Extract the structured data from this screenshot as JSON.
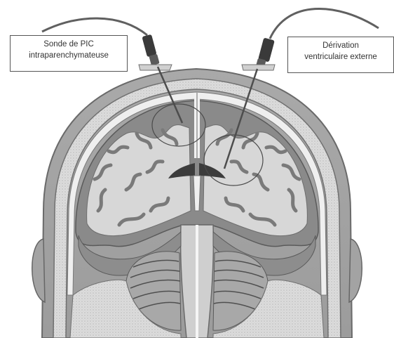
{
  "labels": {
    "left": {
      "line1": "Sonde de PIC",
      "line2": "intraparenchymateuse"
    },
    "right": {
      "line1": "Dérivation",
      "line2": "ventriculaire externe"
    }
  },
  "colors": {
    "background": "#ffffff",
    "skin": "#b8b8b8",
    "skull": "#d6d6d6",
    "bone_inner": "#ececec",
    "gray_matter": "#8f8f8f",
    "white_matter": "#d9d9d9",
    "ventricle": "#f4f4f4",
    "catheter": "#555555",
    "connector": "#3a3a3a"
  },
  "icons": {
    "left_device": "icp-probe-icon",
    "right_device": "ventricular-drain-icon"
  }
}
